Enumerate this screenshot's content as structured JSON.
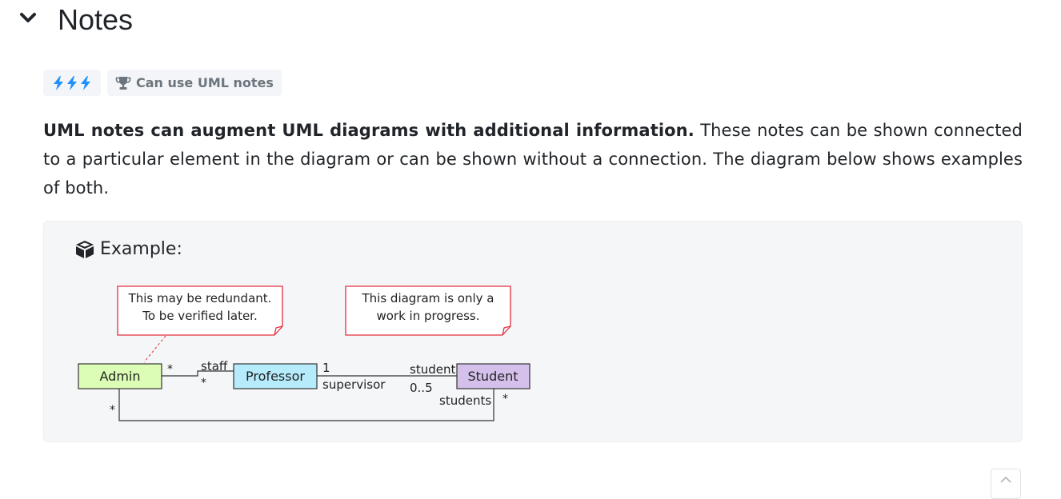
{
  "section": {
    "title": "Notes"
  },
  "badges": {
    "level_icons": [
      "bolt-icon",
      "bolt-icon",
      "bolt-icon"
    ],
    "outcome": "Can use UML notes"
  },
  "paragraph": {
    "bold": "UML notes can augment UML diagrams with additional information.",
    "rest": " These notes can be shown connected to a particular element in the diagram or can be shown without a connection. The diagram below shows examples of both."
  },
  "example": {
    "label": "Example:",
    "diagram": {
      "notes": [
        {
          "lines": [
            "This may be redundant.",
            "To be verified later."
          ]
        },
        {
          "lines": [
            "This diagram is only a",
            "work in progress."
          ]
        }
      ],
      "classes": {
        "admin": "Admin",
        "professor": "Professor",
        "student": "Student"
      },
      "labels": {
        "admin_staff_mult": "*",
        "staff_role": "staff",
        "staff_mult": "*",
        "supervisor_mult": "1",
        "supervisor_role": "supervisor",
        "student_role": "student",
        "student_mult": "0..5",
        "students_role": "students",
        "students_mult": "*",
        "admin_students_mult": "*"
      },
      "colors": {
        "admin_fill": "#dcfdb5",
        "professor_fill": "#b5ebfb",
        "student_fill": "#d5c0ec",
        "note_border": "#e0303c",
        "note_line": "#e0303c"
      }
    }
  },
  "colors": {
    "bolt": "#1e90ff",
    "badge_text": "#6c757d",
    "box_bg": "#f5f6f8"
  }
}
